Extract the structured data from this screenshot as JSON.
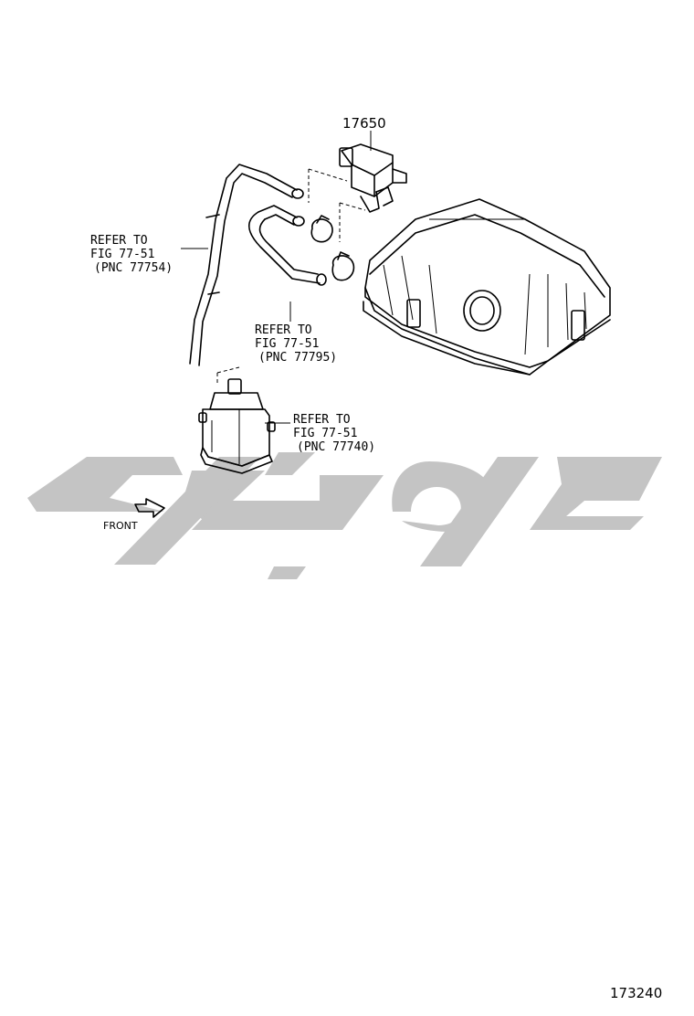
{
  "callouts": {
    "part_number": "17650",
    "ref_hose_a": {
      "line1": "REFER TO",
      "line2": "FIG 77-51",
      "line3": "(PNC 77754)"
    },
    "ref_hose_b": {
      "line1": "REFER TO",
      "line2": "FIG 77-51",
      "line3": "(PNC 77795)"
    },
    "ref_canister": {
      "line1": "REFER TO",
      "line2": "FIG 77-51",
      "line3": "(PNC 77740)"
    }
  },
  "front_label": "FRONT",
  "figure_number": "173240",
  "colors": {
    "line": "#000000",
    "watermark": "#c4c4c4"
  }
}
